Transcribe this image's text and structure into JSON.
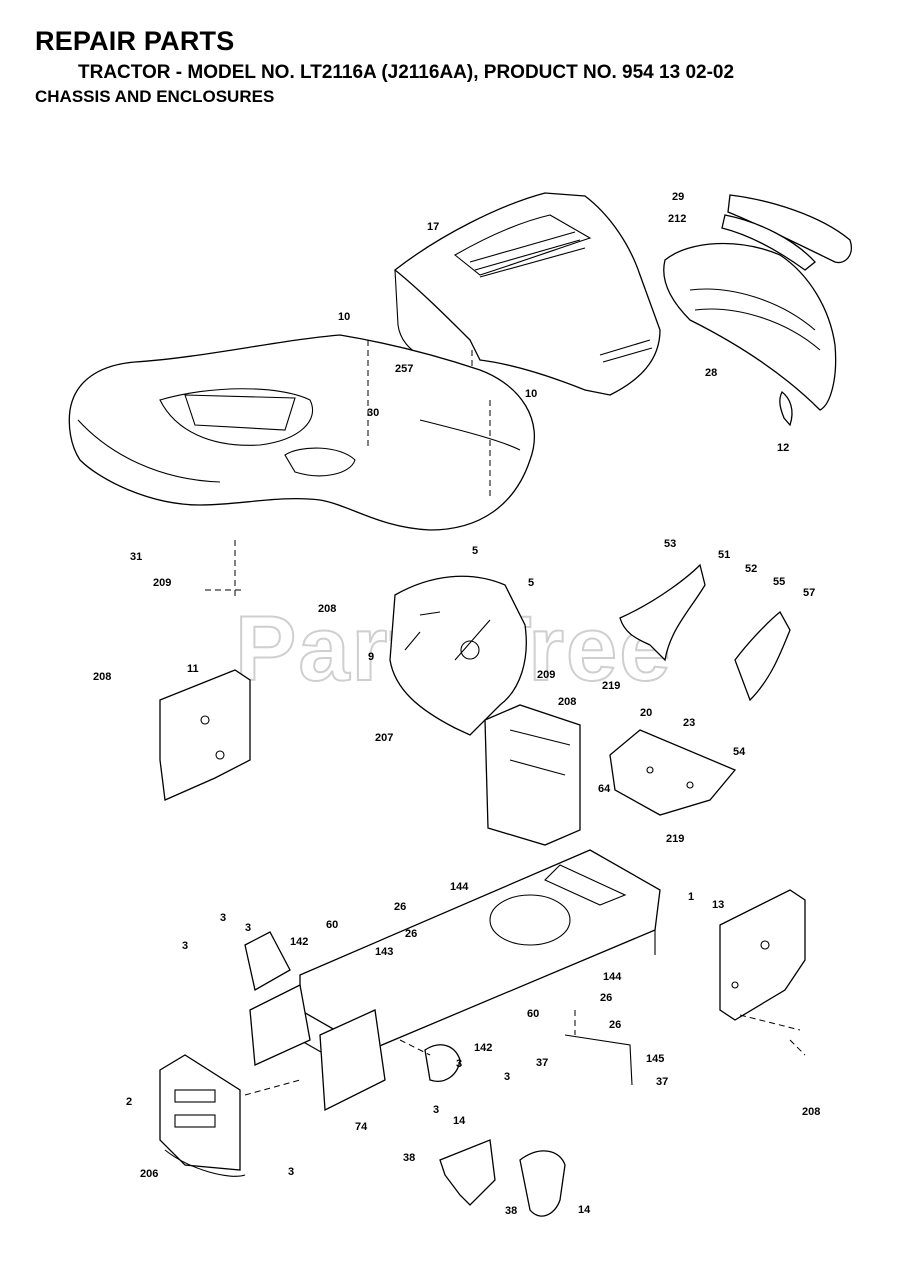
{
  "header": {
    "title": "REPAIR PARTS",
    "subtitle": "TRACTOR - MODEL NO. LT2116A (J2116AA), PRODUCT NO. 954 13 02-02",
    "section": "CHASSIS AND ENCLOSURES"
  },
  "watermark": "PartsTree",
  "callouts": [
    "29",
    "212",
    "17",
    "10",
    "257",
    "28",
    "10",
    "30",
    "12",
    "31",
    "209",
    "5",
    "5",
    "53",
    "51",
    "52",
    "55",
    "57",
    "208",
    "208",
    "11",
    "9",
    "209",
    "207",
    "208",
    "219",
    "20",
    "23",
    "54",
    "64",
    "219",
    "144",
    "1",
    "13",
    "26",
    "26",
    "3",
    "3",
    "3",
    "60",
    "142",
    "143",
    "144",
    "26",
    "26",
    "60",
    "142",
    "3",
    "3",
    "3",
    "37",
    "145",
    "37",
    "2",
    "74",
    "206",
    "3",
    "14",
    "38",
    "38",
    "14",
    "208"
  ]
}
